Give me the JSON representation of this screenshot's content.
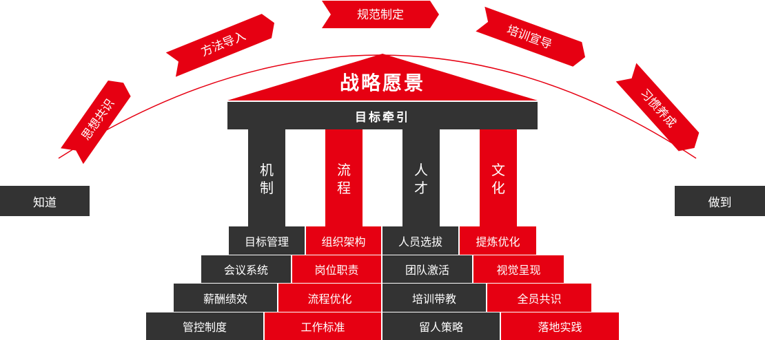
{
  "arc_stages": [
    "思想共识",
    "方法导入",
    "规范制定",
    "培训宣导",
    "习惯养成"
  ],
  "start_label": "知道",
  "end_label": "做到",
  "roof_title": "战略愿景",
  "beam_label": "目标牵引",
  "pillars": [
    {
      "label": [
        "机",
        "制"
      ],
      "color": "#333333"
    },
    {
      "label": [
        "流",
        "程"
      ],
      "color": "#e60012"
    },
    {
      "label": [
        "人",
        "才"
      ],
      "color": "#333333"
    },
    {
      "label": [
        "文",
        "化"
      ],
      "color": "#e60012"
    }
  ],
  "foundation_rows": [
    [
      "目标管理",
      "组织架构",
      "人员选拔",
      "提炼优化"
    ],
    [
      "会议系统",
      "岗位职责",
      "团队激活",
      "视觉呈现"
    ],
    [
      "薪酬绩效",
      "流程优化",
      "培训带教",
      "全员共识"
    ],
    [
      "管控制度",
      "工作标准",
      "留人策略",
      "落地实践"
    ]
  ],
  "colors": {
    "red": "#e60012",
    "dark": "#333333"
  }
}
